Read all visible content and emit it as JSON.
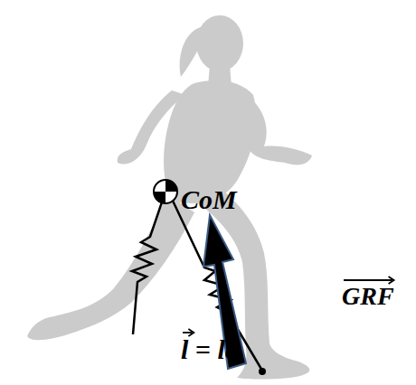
{
  "diagram": {
    "labels": [
      "CoM",
      "GRF",
      "l = le"
    ]
  }
}
